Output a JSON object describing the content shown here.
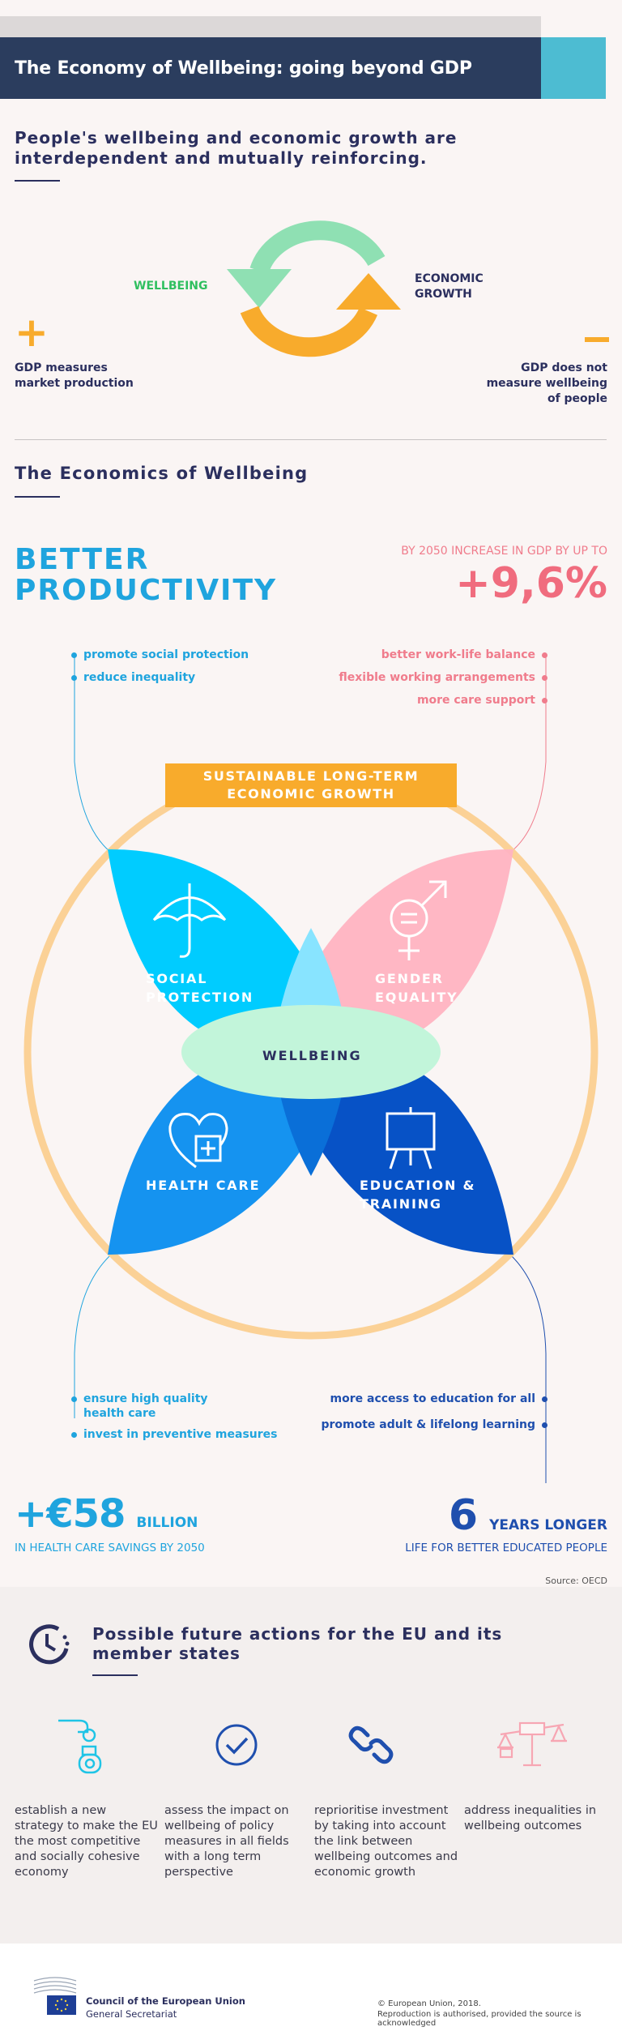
{
  "header": {
    "title": "The Economy of Wellbeing: going beyond GDP"
  },
  "intro": {
    "text": "People's wellbeing and economic growth are interdependent and mutually reinforcing.",
    "cycle": {
      "left_label": "WELLBEING",
      "right_label_1": "ECONOMIC",
      "right_label_2": "GROWTH"
    },
    "plus_sign": "+",
    "minus_sign": "-",
    "plus_text_1": "GDP measures",
    "plus_text_2": "market production",
    "minus_text_1": "GDP does not",
    "minus_text_2": "measure wellbeing",
    "minus_text_3": "of people"
  },
  "economics": {
    "title": "The Economics of Wellbeing",
    "productivity_1": "BETTER",
    "productivity_2": "PRODUCTIVITY",
    "gdp_caption": "BY 2050 INCREASE IN GDP BY UP TO",
    "gdp_value": "+9,6%",
    "left_bullets": [
      "promote social protection",
      "reduce inequality"
    ],
    "right_bullets": [
      "better work-life balance",
      "flexible working arrangements",
      "more care support"
    ],
    "banner_1": "SUSTAINABLE LONG-TERM",
    "banner_2": "ECONOMIC GROWTH",
    "petals": {
      "social_1": "SOCIAL",
      "social_2": "PROTECTION",
      "gender_1": "GENDER",
      "gender_2": "EQUALITY",
      "health": "HEALTH CARE",
      "education_1": "EDUCATION &",
      "education_2": "TRAINING",
      "center": "WELLBEING"
    },
    "bottom_left_bullets": [
      "ensure high quality",
      "health care",
      "invest in preventive measures"
    ],
    "bottom_right_bullets": [
      "more access to education for all",
      "promote adult & lifelong learning"
    ],
    "stat_left_value": "+€58",
    "stat_left_unit": "BILLION",
    "stat_left_caption": "IN HEALTH CARE SAVINGS BY 2050",
    "stat_right_value": "6",
    "stat_right_unit": "YEARS LONGER",
    "stat_right_caption": "LIFE FOR BETTER EDUCATED PEOPLE",
    "source": "Source: OECD"
  },
  "actions": {
    "title_1": "Possible future actions for the EU and its",
    "title_2": "member states",
    "items": [
      {
        "icon": "hand-coin-icon",
        "text": "establish a new strategy to make the EU the most competitive and socially cohesive economy"
      },
      {
        "icon": "check-circle-icon",
        "text": "assess the impact on wellbeing of policy measures in all fields with a long term perspective"
      },
      {
        "icon": "chain-link-icon",
        "text": "reprioritise investment by taking into account the link between wellbeing outcomes and economic growth"
      },
      {
        "icon": "scales-icon",
        "text": "address inequalities in wellbeing outcomes"
      }
    ]
  },
  "footer": {
    "org_1": "Council of the European Union",
    "org_2": "General Secretariat",
    "copyright": "© European Union, 2018.",
    "reproduction": "Reproduction is authorised, provided the source is acknowledged"
  },
  "colors": {
    "navy": "#2b3d5e",
    "teal": "#4dbcd2",
    "cyan": "#1fa4de",
    "pink": "#f07c8c",
    "orange": "#f8ab2c",
    "green": "#8fe0b3",
    "blue": "#1f4fae"
  }
}
